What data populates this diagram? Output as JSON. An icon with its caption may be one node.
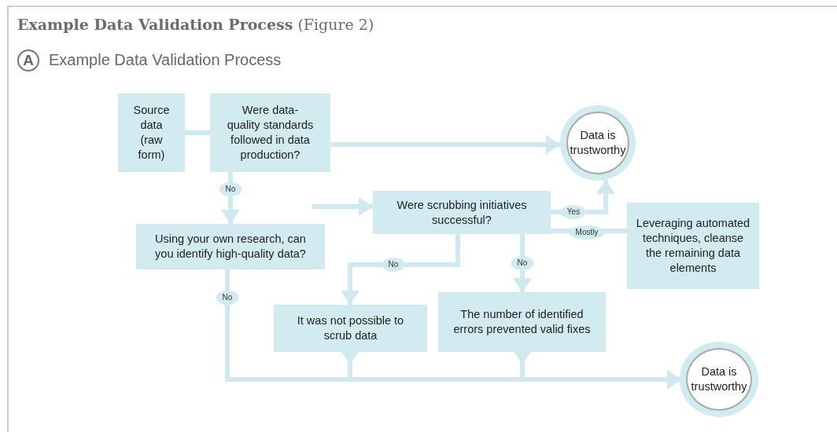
{
  "diagram": {
    "title": "**Example Data Validation Process** (Figure 2)",
    "nodes": [
      {
        "text": [
          "Source data (raw form)"
        ]
      },
      {
        "text": [
          "Were data-quality standards followed in data production?"
        ]
      },
      {
        "text": [
          "Data is trustworthy"
        ]
      },
      {
        "text": [
          "Using your own research, can you identify high-quality data?"
        ]
      },
      {
        "text": [
          "Were scrubbing initiatives successful?"
        ]
      },
      {
        "text": [
          "Leveraging automated techniques, cleanse the remaining data elements"
        ]
      },
      {
        "text": [
          "It was not possible to scrub data"
        ]
      },
      {
        "text": [
          "The number of identified errors prevented valid fixes"
        ]
      },
      {
        "text": [
          "Data is trustworthy"
        ]
      }
    ],
    "edges": [
      {
        "from": 0,
        "to": 1,
        "arrow": "none"
      },
      {
        "from": 1,
        "to": 2,
        "arrow": "to"
      },
      {
        "from": 1,
        "to": 3,
        "arrow": "to",
        "label": "No"
      },
      {
        "from": null,
        "to": 4,
        "arrow": "to"
      },
      {
        "from": 4,
        "to": 2,
        "arrow": "to",
        "label": "Yes"
      },
      {
        "from": 4,
        "to": 5,
        "arrow": "none",
        "label": "Mostly"
      },
      {
        "from": 4,
        "to": 6,
        "arrow": "to",
        "label": "No"
      },
      {
        "from": 4,
        "to": 7,
        "arrow": "to",
        "label": "No"
      },
      {
        "from": 3,
        "to": 8,
        "arrow": "to",
        "label": "No"
      },
      {
        "from": 6,
        "to": 8,
        "arrow": "to"
      },
      {
        "from": 7,
        "to": 8,
        "arrow": "to"
      }
    ],
    "labels": [
      "A",
      "Example Data Validation Process"
    ]
  }
}
